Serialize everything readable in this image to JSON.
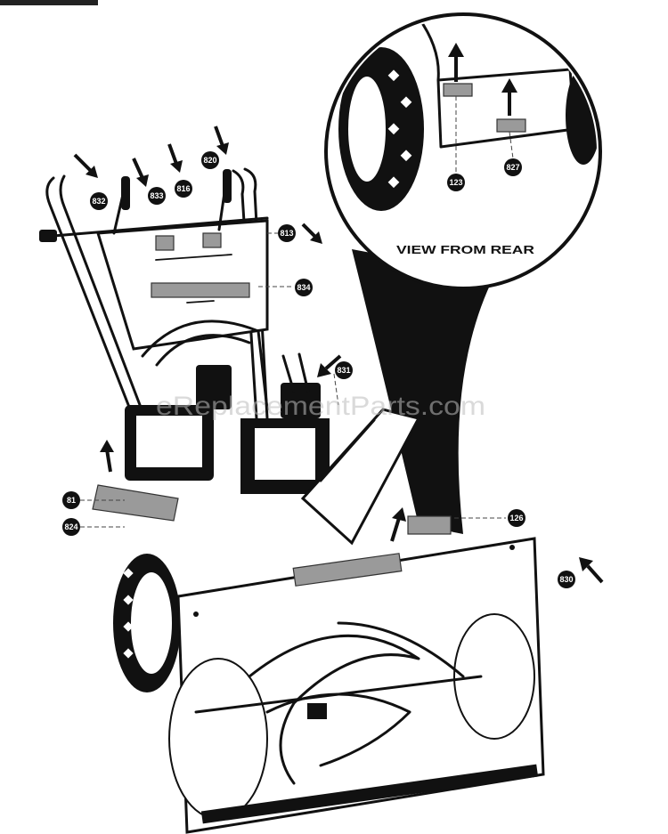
{
  "diagram": {
    "inset_label": "VIEW FROM REAR",
    "watermark": "eReplacementParts.com",
    "callouts": [
      {
        "id": "c-handle-1",
        "label": "832"
      },
      {
        "id": "c-handle-2",
        "label": "833"
      },
      {
        "id": "c-handle-3",
        "label": "816"
      },
      {
        "id": "c-handle-4",
        "label": "820"
      },
      {
        "id": "c-handle-right",
        "label": "813"
      },
      {
        "id": "c-dash",
        "label": "834"
      },
      {
        "id": "c-engine",
        "label": "831"
      },
      {
        "id": "c-left-1",
        "label": "81"
      },
      {
        "id": "c-left-2",
        "label": "824"
      },
      {
        "id": "c-chute",
        "label": "126"
      },
      {
        "id": "c-housing",
        "label": "830"
      },
      {
        "id": "c-rear-1",
        "label": "123"
      },
      {
        "id": "c-rear-2",
        "label": "827"
      }
    ]
  },
  "colors": {
    "ink": "#111111",
    "decal": "#9a9a9a",
    "background": "#ffffff"
  }
}
